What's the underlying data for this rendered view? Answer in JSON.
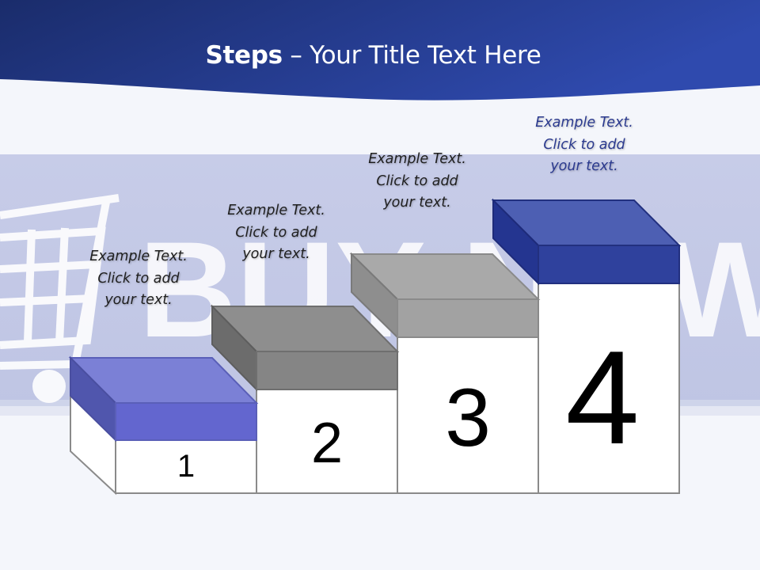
{
  "header": {
    "title_bold": "Steps",
    "title_rest": " – Your Title Text Here",
    "color_top": "#1b2f6e",
    "color_bottom": "#2d47a8"
  },
  "background": {
    "banner_text": "BUY NOW",
    "banner_color": "#c3c9e6",
    "icon": "shopping-cart-icon"
  },
  "steps": [
    {
      "number": "1",
      "caption": [
        "Example Text.",
        "Click  to add",
        "your text."
      ],
      "color": "#6a6fcf"
    },
    {
      "number": "2",
      "caption": [
        "Example Text.",
        "Click  to add",
        "your text."
      ],
      "color": "#8c8c8c"
    },
    {
      "number": "3",
      "caption": [
        "Example Text.",
        "Click  to add",
        "your text."
      ],
      "color": "#a6a6a6"
    },
    {
      "number": "4",
      "caption": [
        "Example Text.",
        "Click  to add",
        "your text."
      ],
      "color": "#2e409c"
    }
  ]
}
